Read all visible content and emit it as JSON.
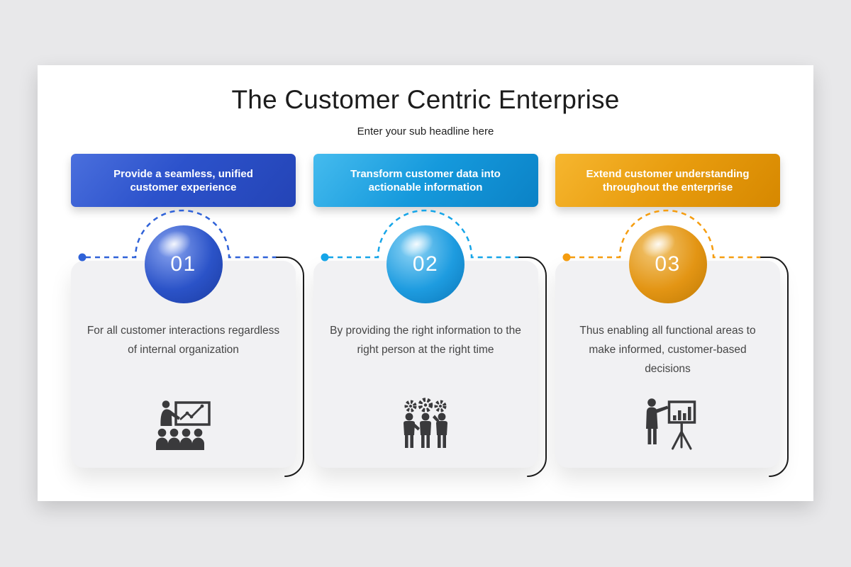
{
  "slide": {
    "title": "The Customer Centric Enterprise",
    "subtitle": "Enter your sub headline here",
    "page_background": "#e8e8ea",
    "surface_background": "#ffffff",
    "card_background": "#f1f1f3"
  },
  "columns": [
    {
      "banner_label": "Provide a seamless, unified customer experience",
      "step_number": "01",
      "description": "For all customer interactions regardless of internal organization",
      "icon": "presentation-audience-icon",
      "accent_color": "#2f62d8",
      "banner_gradient_start": "#4a6fdd",
      "banner_gradient_end": "#2444b6"
    },
    {
      "banner_label": "Transform customer data into actionable information",
      "step_number": "02",
      "description": "By providing the right information to the right person at the right time",
      "icon": "team-gears-icon",
      "accent_color": "#16a5e8",
      "banner_gradient_start": "#45bbee",
      "banner_gradient_end": "#0b82c6"
    },
    {
      "banner_label": "Extend customer understanding throughout the enterprise",
      "step_number": "03",
      "description": "Thus enabling all functional areas to make informed, customer-based decisions",
      "icon": "presenter-flipchart-icon",
      "accent_color": "#f59d10",
      "banner_gradient_start": "#f6b62f",
      "banner_gradient_end": "#d68800"
    }
  ]
}
